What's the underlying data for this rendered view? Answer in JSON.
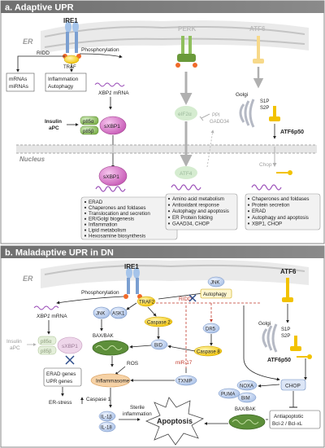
{
  "panel_a": {
    "title": "a. Adaptive UPR",
    "er_label": "ER",
    "nucleus_label": "Nucleus",
    "ire1": "IRE1",
    "ridd": "RIDD",
    "phosphorylation": "Phosphorylation",
    "traf": "TRAF",
    "mrnas": "mRNAs",
    "mirnas": "miRNAs",
    "inflammation": "Inflammation",
    "autophagy": "Autophagy",
    "xbp1_mrna_italic": "XBP1",
    "xbp1_mrna_suffix": " mRNA",
    "insulin": "Insulin",
    "apc": "aPC",
    "p85a": "p85α",
    "p85b": "p85β",
    "sxbp1": "sXBP1",
    "perk": "PERK",
    "eif2a": "eIF2α",
    "ppi": "PPI",
    "gadd34": "GADD34",
    "atf4": "ATF4",
    "atf6": "ATF6",
    "golgi": "Golgi",
    "s1p": "S1P",
    "s2p": "S2P",
    "atf6p50": "ATF6p50",
    "chop": "Chop",
    "list_ire1": [
      "ERAD",
      "Chaperones and foldases",
      "Translocation and secretion",
      "ER/Golgi biogenesis",
      "Inflammation",
      "Lipid metabolism",
      "Hexosamine biosynthesis"
    ],
    "list_perk": [
      "Amino acid metabolism",
      "Antioxidant response",
      "Autophagy and apoptosis",
      "ER Protein folding",
      "GAAD34, CHOP"
    ],
    "list_atf6": [
      "Chaperones and foldases",
      "Protein secretion",
      "ERAD",
      "Autophagy and apoptosis",
      "XBP1, CHOP"
    ]
  },
  "panel_b": {
    "title": "b. Maladaptive UPR in DN",
    "er_label": "ER",
    "ire1": "IRE1",
    "ridd": "RIDD",
    "phosphorylation": "Phosphorylation",
    "traf2": "TRAF2",
    "jnk": "JNK",
    "ask1": "ASK1",
    "autophagy": "Autophagy",
    "xbp1_mrna_italic": "XBP1",
    "xbp1_mrna_suffix": " mRNA",
    "insulin": "Insulin",
    "apc": "aPC",
    "p85a": "p85α",
    "p85b": "p85β",
    "sxbp1": "sXBP1",
    "erad_genes": "ERAD genes",
    "upr_genes": "UPR genes",
    "er_stress": "ER-stress",
    "caspase2": "Caspase 2",
    "bid": "BID",
    "bax_bak": "BAX/BAK",
    "ros": "ROS",
    "mir17": "miR-17",
    "inflammasome": "Inflammasome",
    "txnip": "TXNIP",
    "caspase1": "Caspase 1",
    "sterile_1": "Sterile",
    "sterile_2": "inflammation",
    "il1b": "IL-1β",
    "il18": "IL-18",
    "apoptosis": "Apoptosis",
    "dr5": "DR5",
    "caspase8": "Caspase 8",
    "atf6": "ATF6",
    "golgi": "Golgi",
    "s1p": "S1P",
    "s2p": "S2P",
    "atf6p50": "ATF6p50",
    "chop": "CHOP",
    "noxa": "NOXA",
    "puma": "PUMA",
    "bim": "BIM",
    "bax_bak2": "BAX/BAK",
    "antiapoptotic_1": "Antiapoptotic",
    "antiapoptotic_2": "Bcl-2 / Bcl-xL"
  }
}
